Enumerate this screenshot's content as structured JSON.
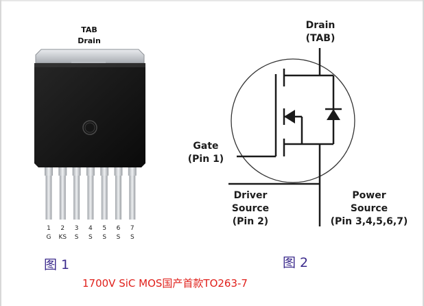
{
  "package": {
    "tab_line1": "TAB",
    "tab_line2": "Drain",
    "pins": [
      {
        "num": "1",
        "name": "G"
      },
      {
        "num": "2",
        "name": "KS"
      },
      {
        "num": "3",
        "name": "S"
      },
      {
        "num": "4",
        "name": "S"
      },
      {
        "num": "5",
        "name": "S"
      },
      {
        "num": "6",
        "name": "S"
      },
      {
        "num": "7",
        "name": "S"
      }
    ],
    "figure_label": "图 1"
  },
  "schematic": {
    "drain_line1": "Drain",
    "drain_line2": "(TAB)",
    "gate_line1": "Gate",
    "gate_line2": "(Pin 1)",
    "driver_line1": "Driver",
    "driver_line2": "Source",
    "driver_line3": "(Pin 2)",
    "power_line1": "Power",
    "power_line2": "Source",
    "power_line3": "(Pin 3,4,5,6,7)",
    "figure_label": "图 2"
  },
  "caption": "1700V SiC MOS国产首款TO263-7",
  "colors": {
    "figure_label": "#3b2a8c",
    "caption": "#e0201b",
    "package_body": "#141414",
    "leads": "#c9ccd0"
  }
}
